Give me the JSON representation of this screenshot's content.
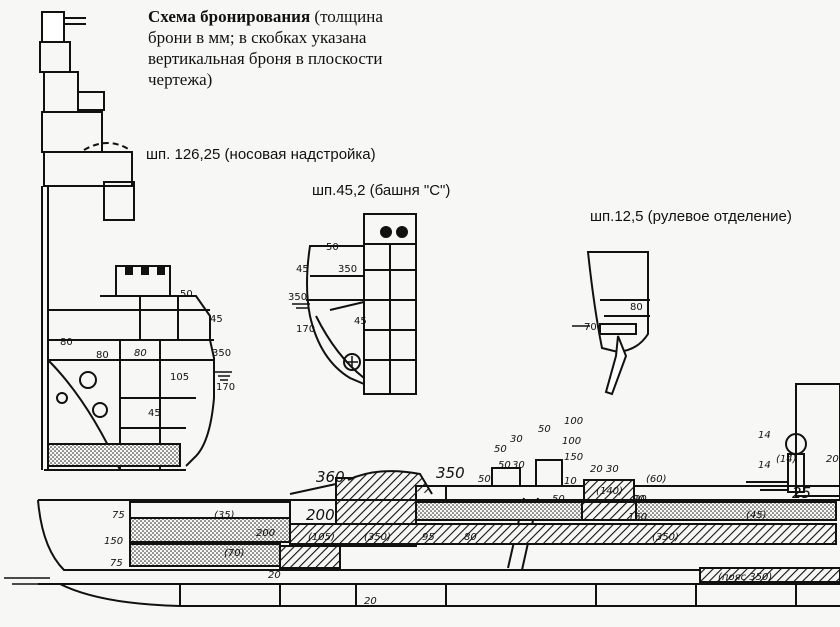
{
  "caption": {
    "title": "Схема бронирования",
    "text": " (толщина брони в мм; в скобках указана вертикальная броня в плоскости чертежа)"
  },
  "sections": [
    {
      "label": "шп. 126,25 (носовая надстройка)"
    },
    {
      "label": "шп.45,2 (башня \"С\")"
    },
    {
      "label": "шп.12,5 (рулевое отделение)"
    }
  ],
  "section_a_numbers": [
    "50",
    "45",
    "80",
    "80",
    "80",
    "350",
    "105",
    "170",
    "45"
  ],
  "section_b_numbers": [
    "50",
    "45",
    "350",
    "350",
    "170",
    "45"
  ],
  "section_c_numbers": [
    "80",
    "70"
  ],
  "profile_numbers": {
    "upper": [
      "100",
      "50",
      "30",
      "100",
      "50",
      "150",
      "30",
      "50",
      "20",
      "30",
      "50",
      "10",
      "20",
      "14",
      "14",
      "20"
    ],
    "turrets": [
      "360",
      "350",
      "(140)",
      "(60)",
      "(14)",
      "25"
    ],
    "deck_row": [
      "75",
      "(35)",
      "200",
      "150",
      "(45)",
      "50",
      "20"
    ],
    "middle_row": [
      "150",
      "200",
      "(105)",
      "(350)",
      "95",
      "80",
      "(350)"
    ],
    "lower_row": [
      "75",
      "(70)",
      "20",
      "20",
      "(пояс 350)"
    ]
  }
}
